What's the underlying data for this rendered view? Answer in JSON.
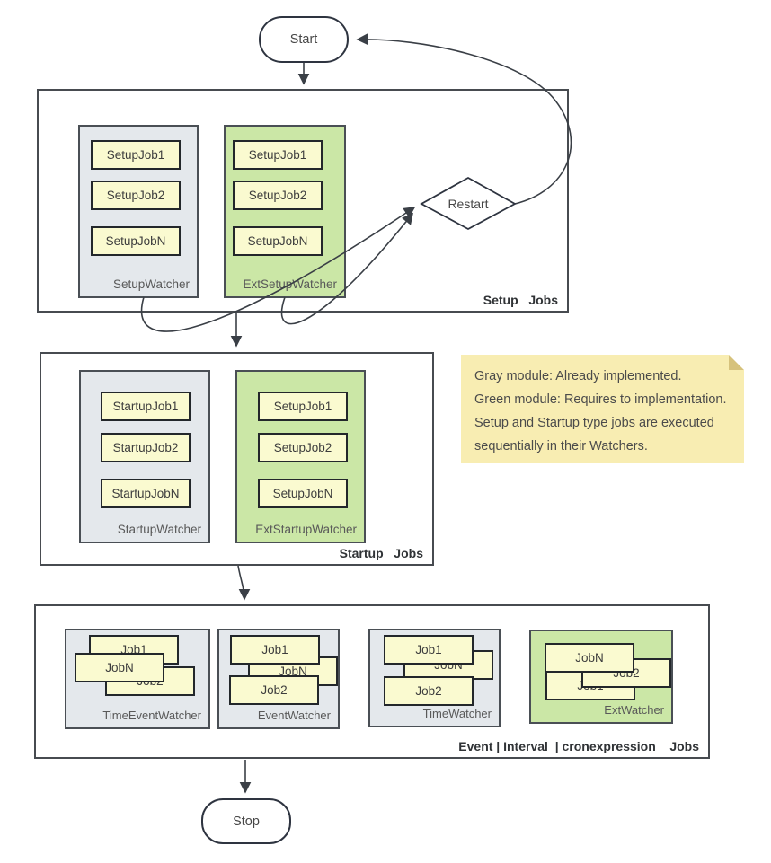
{
  "nodes": {
    "start": "Start",
    "restart": "Restart",
    "stop": "Stop"
  },
  "sections": {
    "setup": {
      "label": "Setup   Jobs",
      "watchers": [
        {
          "name": "SetupWatcher",
          "type": "gray",
          "jobs": [
            "SetupJob1",
            "SetupJob2",
            "SetupJobN"
          ]
        },
        {
          "name": "ExtSetupWatcher",
          "type": "green",
          "jobs": [
            "SetupJob1",
            "SetupJob2",
            "SetupJobN"
          ]
        }
      ]
    },
    "startup": {
      "label": "Startup   Jobs",
      "watchers": [
        {
          "name": "StartupWatcher",
          "type": "gray",
          "jobs": [
            "StartupJob1",
            "StartupJob2",
            "StartupJobN"
          ]
        },
        {
          "name": "ExtStartupWatcher",
          "type": "green",
          "jobs": [
            "SetupJob1",
            "SetupJob2",
            "SetupJobN"
          ]
        }
      ]
    },
    "event": {
      "label": "Event | Interval  | cronexpression    Jobs",
      "watchers": [
        {
          "name": "TimeEventWatcher",
          "type": "gray",
          "jobs": [
            "Job1",
            "Job2",
            "JobN"
          ]
        },
        {
          "name": "EventWatcher",
          "type": "gray",
          "jobs": [
            "Job1",
            "Job2",
            "JobN"
          ]
        },
        {
          "name": "TimeWatcher",
          "type": "gray",
          "jobs": [
            "Job1",
            "Job2",
            "JobN"
          ]
        },
        {
          "name": "ExtWatcher",
          "type": "green",
          "jobs": [
            "Job1",
            "Job2",
            "JobN"
          ]
        }
      ]
    }
  },
  "note": {
    "lines": [
      "Gray module: Already implemented.",
      "Green module: Requires to implementation.",
      "Setup and Startup type jobs are executed",
      "sequentially in their Watchers."
    ]
  },
  "colors": {
    "gray_module": "#e4e8ec",
    "green_module": "#cbe7a6",
    "job_yellow": "#fafad0",
    "note_yellow": "#f8edb2",
    "stroke_dark": "#3a3f46"
  }
}
